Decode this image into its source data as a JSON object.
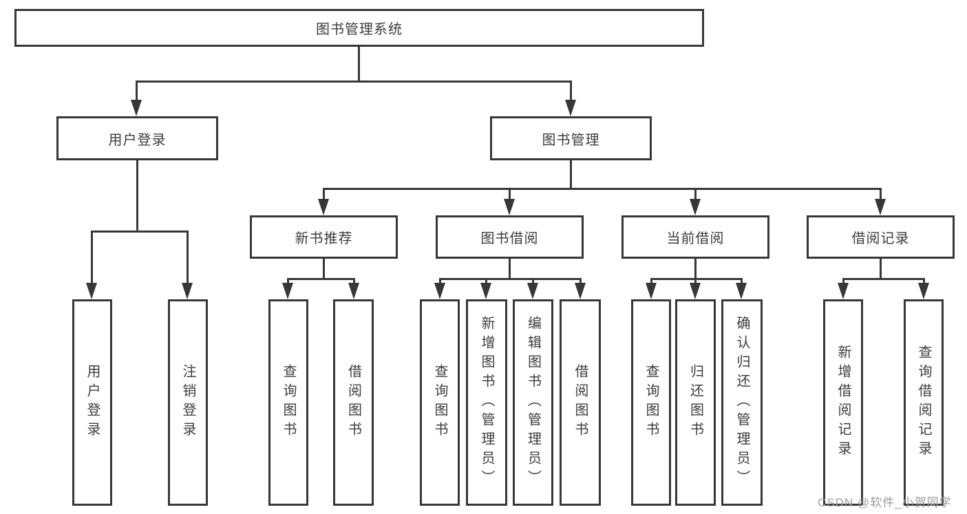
{
  "tree": {
    "root": {
      "label": "图书管理系统",
      "children": [
        {
          "label": "用户登录",
          "children": [
            {
              "label": "用户登录"
            },
            {
              "label": "注销登录"
            }
          ]
        },
        {
          "label": "图书管理",
          "children": [
            {
              "label": "新书推荐",
              "children": [
                {
                  "label": "查询图书"
                },
                {
                  "label": "借阅图书"
                }
              ]
            },
            {
              "label": "图书借阅",
              "children": [
                {
                  "label": "查询图书"
                },
                {
                  "label": "新增图书（管理员）"
                },
                {
                  "label": "编辑图书（管理员）"
                },
                {
                  "label": "借阅图书"
                }
              ]
            },
            {
              "label": "当前借阅",
              "children": [
                {
                  "label": "查询图书"
                },
                {
                  "label": "归还图书"
                },
                {
                  "label": "确认归还（管理员）"
                }
              ]
            },
            {
              "label": "借阅记录",
              "children": [
                {
                  "label": "新增借阅记录"
                },
                {
                  "label": "查询借阅记录"
                }
              ]
            }
          ]
        }
      ]
    }
  },
  "watermark": {
    "text": "CSDN @软件_小贺同学"
  },
  "colors": {
    "line": "#373737",
    "text": "#3c3c3c",
    "watermark": "#9c9c9c",
    "background": "#ffffff"
  }
}
